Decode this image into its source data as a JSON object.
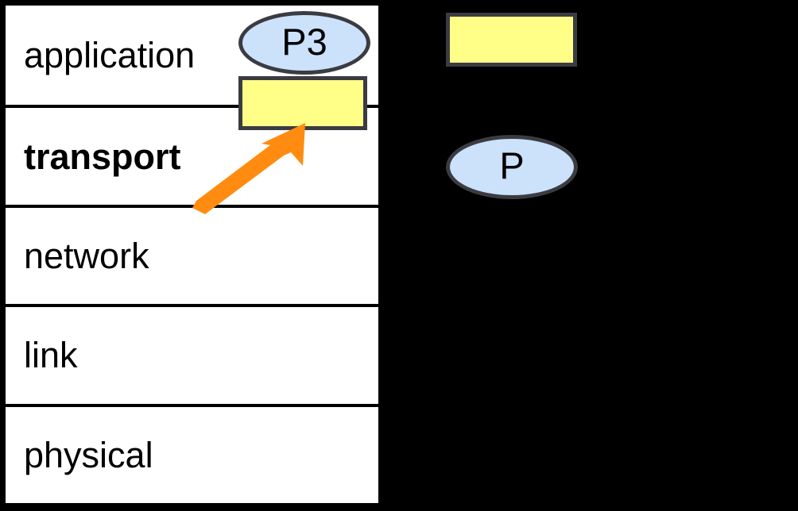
{
  "diagram": {
    "title": "protocol-stack-segment-encapsulation",
    "colors": {
      "segment_fill": "#ffff88",
      "process_fill": "#cce2fb",
      "shape_stroke": "#3b3b42",
      "arrow": "#ff8c10",
      "layer_border": "#000000",
      "layer_fill": "#ffffff",
      "background": "#000000"
    }
  },
  "stack": {
    "layers": [
      {
        "label": "application",
        "bold": false
      },
      {
        "label": "transport",
        "bold": true
      },
      {
        "label": "network",
        "bold": false
      },
      {
        "label": "link",
        "bold": false
      },
      {
        "label": "physical",
        "bold": false
      }
    ]
  },
  "overlay": {
    "process_ellipse": {
      "label": "P3"
    },
    "segment_box": {
      "label": ""
    },
    "arrow": {
      "label": ""
    }
  },
  "legend": {
    "segment_swatch": {
      "label": ""
    },
    "process_swatch": {
      "label": "P"
    }
  }
}
